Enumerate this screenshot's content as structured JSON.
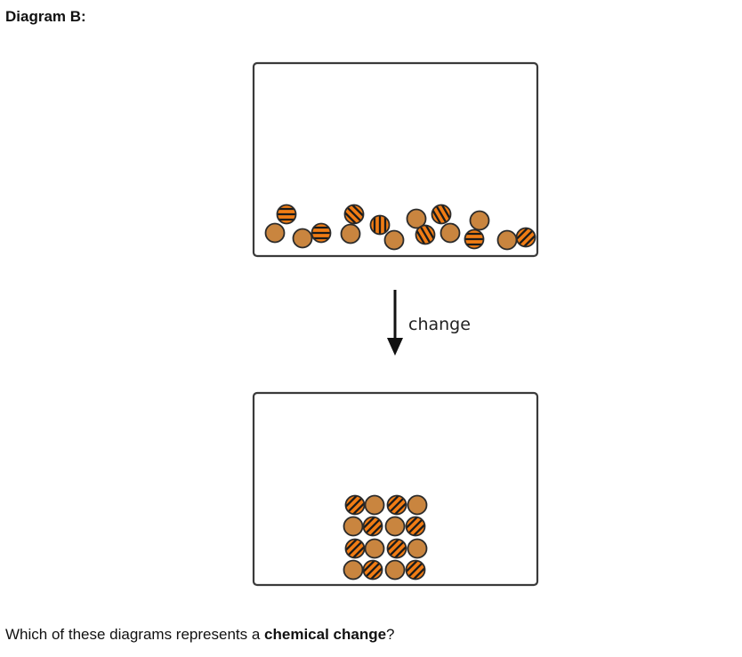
{
  "heading": "Diagram B:",
  "arrow_label": "change",
  "question": {
    "before": "Which of these diagrams represents a ",
    "emphasis": "chemical change",
    "after": "?"
  },
  "colors": {
    "plain_particle": "#c9853f",
    "striped_particle": "#f07c14",
    "stripe": "#1a1a1a",
    "outline": "#2b2b2b",
    "box_border": "#3a3a3a"
  },
  "icons": [
    "down-arrow-icon"
  ]
}
